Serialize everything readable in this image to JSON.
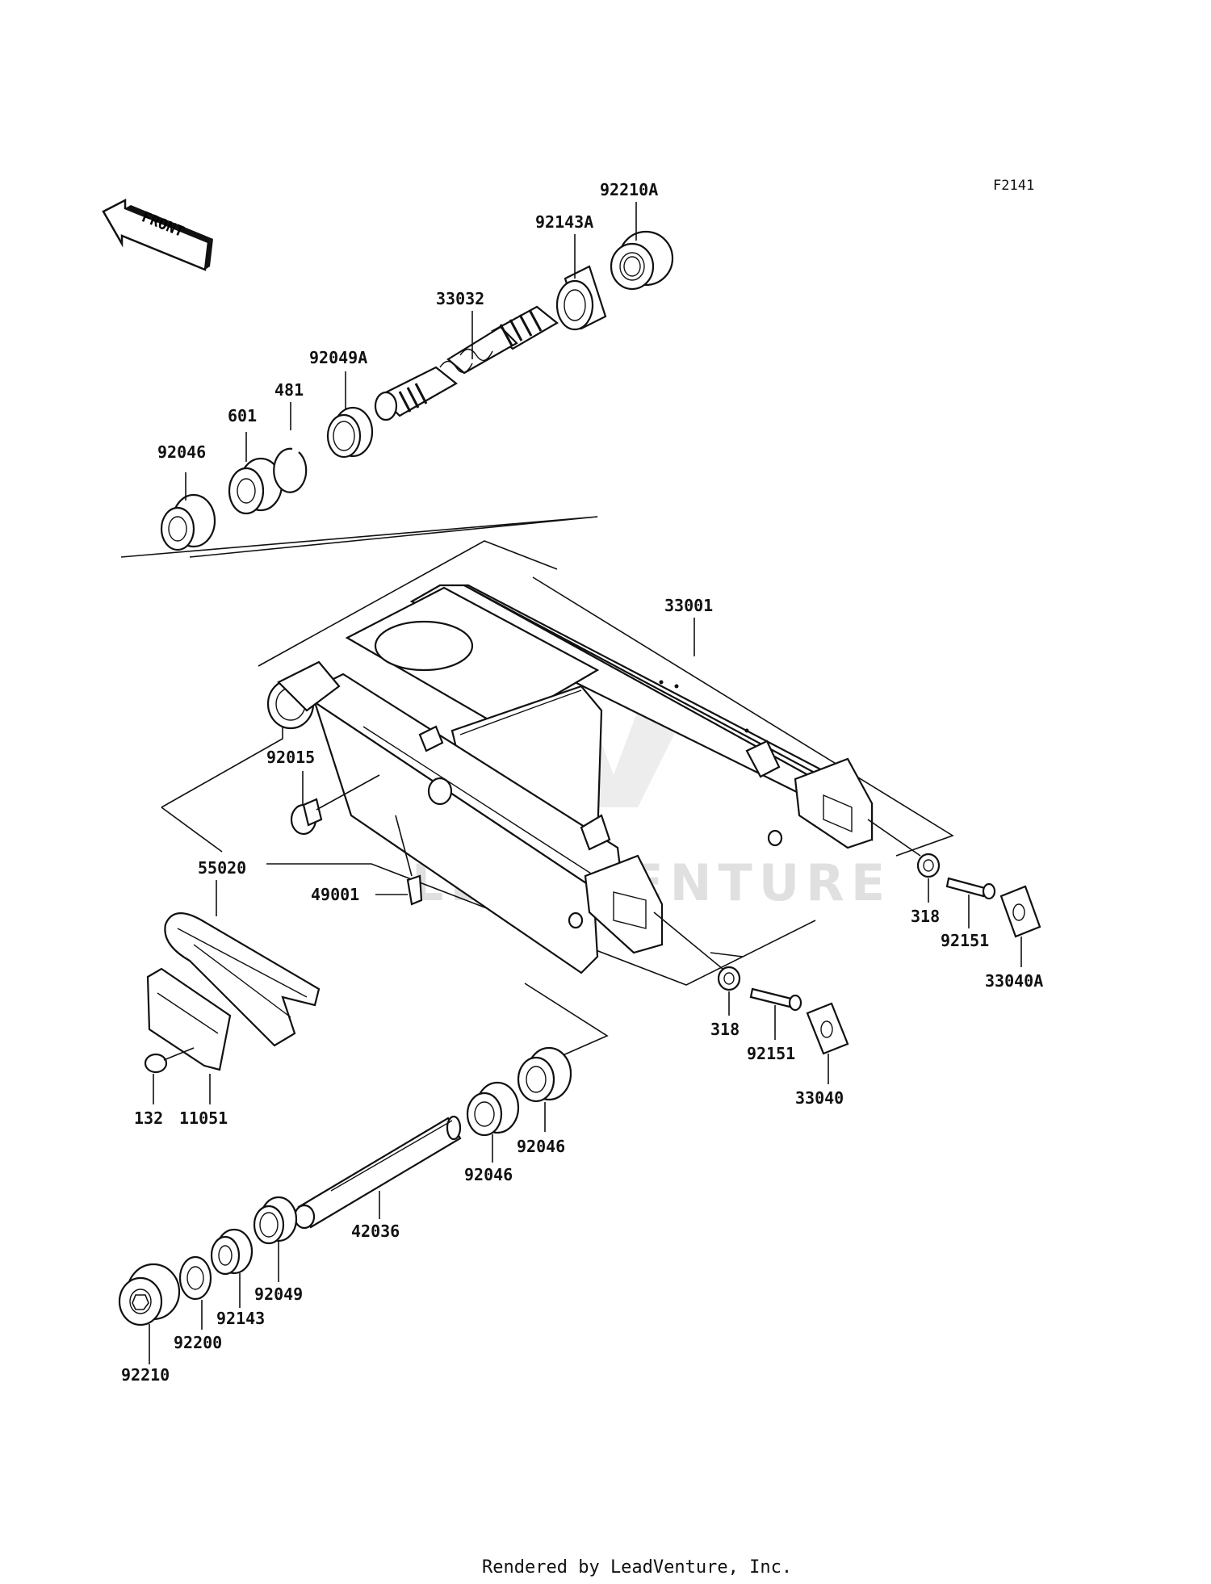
{
  "diagram_code": "F2141",
  "front_label": "FRONT",
  "watermark": "LEADVENTURE",
  "footer": "Rendered by LeadVenture, Inc.",
  "parts": {
    "p92210A": "92210A",
    "p92143A": "92143A",
    "p33032": "33032",
    "p92049A": "92049A",
    "p481": "481",
    "p601": "601",
    "p92046_top": "92046",
    "p33001": "33001",
    "p92015": "92015",
    "p49001": "49001",
    "p55020": "55020",
    "p318_a": "318",
    "p92151_a": "92151",
    "p33040A": "33040A",
    "p318_b": "318",
    "p92151_b": "92151",
    "p33040": "33040",
    "p132": "132",
    "p11051": "11051",
    "p92046_b": "92046",
    "p92046_c": "92046",
    "p42036": "42036",
    "p92049": "92049",
    "p92143": "92143",
    "p92200": "92200",
    "p92210": "92210"
  }
}
